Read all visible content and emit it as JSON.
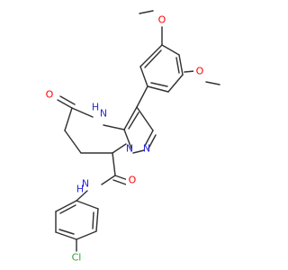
{
  "molecule": {
    "atoms": {
      "o_methoxy_top": "O",
      "o_methoxy_right": "O",
      "nh_ring": "H",
      "n_ring": "N",
      "o_carbonyl_ring": "O",
      "n_pyrazole_a": "N",
      "n_pyrazole_b": "N",
      "nh_amide": "H",
      "n_amide": "N",
      "o_amide": "O",
      "cl": "Cl"
    },
    "colors": {
      "bond": "#333333",
      "oxygen": "#ff0000",
      "nitrogen": "#2a28e0",
      "chlorine": "#2ba52b"
    }
  }
}
